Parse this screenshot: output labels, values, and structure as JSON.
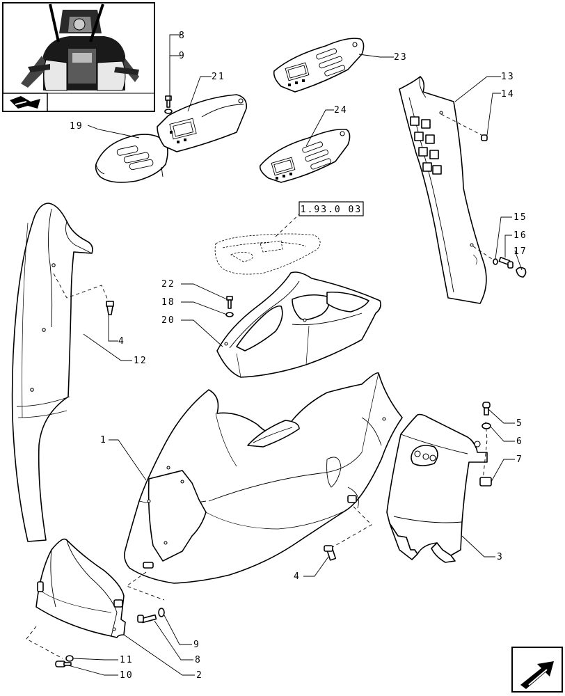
{
  "reference_label": "1.93.0 03",
  "callouts": {
    "c1": "1",
    "c2": "2",
    "c3": "3",
    "c4a": "4",
    "c4b": "4",
    "c5": "5",
    "c6": "6",
    "c7": "7",
    "c8a": "8",
    "c8b": "8",
    "c9a": "9",
    "c9b": "9",
    "c10": "10",
    "c11": "11",
    "c12": "12",
    "c13": "13",
    "c14": "14",
    "c15": "15",
    "c16": "16",
    "c17": "17",
    "c18": "18",
    "c19": "19",
    "c20": "20",
    "c21": "21",
    "c22": "22",
    "c23": "23",
    "c24": "24"
  },
  "icons": {
    "thumbnail": "tractor-cab-thumbnail",
    "nav_previous": "arrow-back-icon",
    "nav_next": "arrow-next-icon"
  }
}
